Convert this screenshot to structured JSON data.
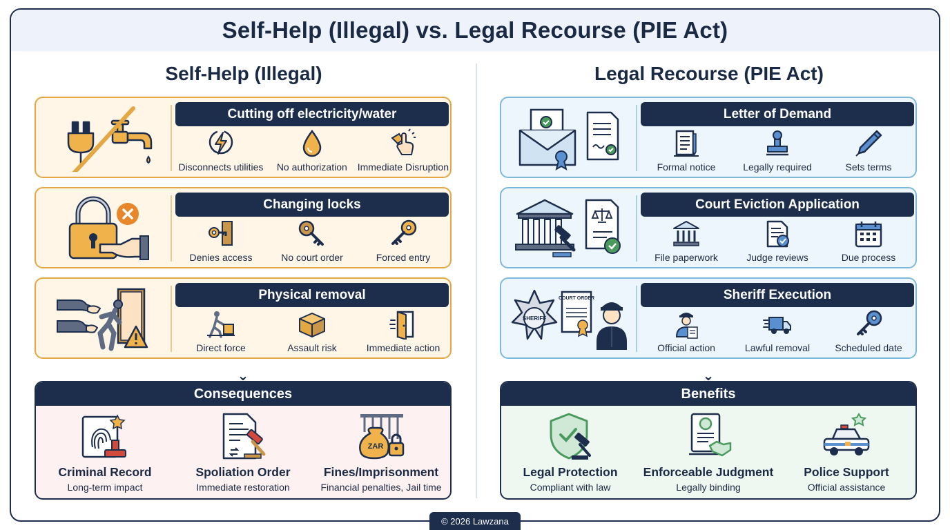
{
  "title": "Self-Help (Illegal) vs. Legal Recourse (PIE Act)",
  "left": {
    "heading": "Self-Help (Illegal)",
    "cards": [
      {
        "title": "Cutting off electricity/water",
        "hero_icon": "plug-faucet-crossed-icon",
        "items": [
          {
            "label": "Disconnects utilities",
            "icon": "lightning-icon"
          },
          {
            "label": "No authorization",
            "icon": "water-drop-icon"
          },
          {
            "label": "Immediate Disruption",
            "icon": "hand-click-icon"
          }
        ]
      },
      {
        "title": "Changing locks",
        "hero_icon": "padlock-hand-icon",
        "items": [
          {
            "label": "Denies access",
            "icon": "key-in-door-icon"
          },
          {
            "label": "No court order",
            "icon": "key-icon"
          },
          {
            "label": "Forced entry",
            "icon": "key-icon"
          }
        ]
      },
      {
        "title": "Physical removal",
        "hero_icon": "person-pushed-out-icon",
        "items": [
          {
            "label": "Direct force",
            "icon": "person-pushing-box-icon"
          },
          {
            "label": "Assault risk",
            "icon": "box-icon"
          },
          {
            "label": "Immediate action",
            "icon": "door-exit-icon"
          }
        ]
      }
    ],
    "summary": {
      "heading": "Consequences",
      "items": [
        {
          "title": "Criminal Record",
          "sub": "Long-term impact",
          "icon": "fingerprint-record-icon"
        },
        {
          "title": "Spoliation Order",
          "sub": "Immediate restoration",
          "icon": "document-gavel-icon"
        },
        {
          "title": "Fines/Imprisonment",
          "sub": "Financial penalties, Jail time",
          "icon": "money-bag-jail-icon",
          "bag_text": "ZAR"
        }
      ]
    }
  },
  "right": {
    "heading": "Legal Recourse (PIE Act)",
    "cards": [
      {
        "title": "Letter of Demand",
        "hero_icon": "envelope-letter-icon",
        "items": [
          {
            "label": "Formal notice",
            "icon": "document-pen-icon"
          },
          {
            "label": "Legally required",
            "icon": "stamp-icon"
          },
          {
            "label": "Sets terms",
            "icon": "pen-icon"
          }
        ]
      },
      {
        "title": "Court Eviction Application",
        "hero_icon": "courthouse-gavel-icon",
        "items": [
          {
            "label": "File paperwork",
            "icon": "courthouse-icon"
          },
          {
            "label": "Judge reviews",
            "icon": "document-check-icon"
          },
          {
            "label": "Due process",
            "icon": "calendar-icon"
          }
        ]
      },
      {
        "title": "Sheriff Execution",
        "hero_icon": "sheriff-badge-officer-icon",
        "badge_text": "SHERIFF",
        "order_text": "COURT ORDER",
        "items": [
          {
            "label": "Official action",
            "icon": "officer-icon"
          },
          {
            "label": "Lawful removal",
            "icon": "moving-truck-icon"
          },
          {
            "label": "Scheduled date",
            "icon": "key-icon"
          }
        ]
      }
    ],
    "summary": {
      "heading": "Benefits",
      "items": [
        {
          "title": "Legal Protection",
          "sub": "Compliant with law",
          "icon": "shield-gavel-icon"
        },
        {
          "title": "Enforceable Judgment",
          "sub": "Legally binding",
          "icon": "certificate-handshake-icon"
        },
        {
          "title": "Police Support",
          "sub": "Official assistance",
          "icon": "police-car-icon"
        }
      ]
    }
  },
  "footer": "© 2026 Lawzana",
  "colors": {
    "navy": "#1d2d4c",
    "orange": "#e3a743",
    "blue": "#7bb8dc",
    "pink_bg": "#fdf1f1",
    "green_bg": "#eef7f0"
  }
}
